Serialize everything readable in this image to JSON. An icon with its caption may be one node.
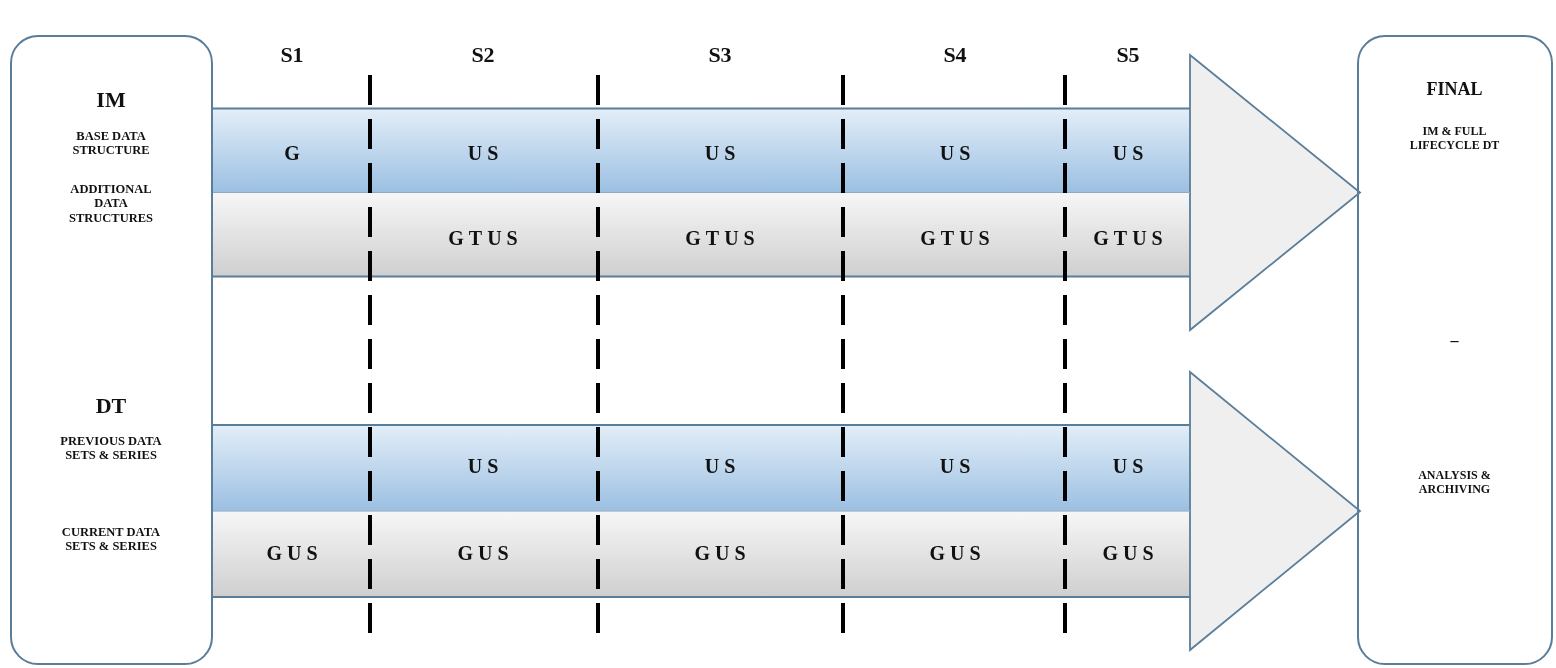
{
  "diagram": {
    "nodes": [
      {
        "text": [
          "IM",
          "BASE DATA STRUCTURE",
          "ADDITIONAL DATA STRUCTURES",
          "DT",
          "PREVIOUS DATA SETS & SERIES",
          "CURRENT DATA SETS & SERIES"
        ]
      },
      {
        "text": [
          "FINAL",
          "IM & FULL LIFECYCLE DT",
          "–",
          "ANALYSIS & ARCHIVING"
        ]
      }
    ],
    "edges": [
      {
        "from": 0,
        "to": 1,
        "arrow": "to"
      },
      {
        "from": 0,
        "to": 1,
        "arrow": "to"
      }
    ],
    "labels": [
      "S1",
      "S2",
      "S3",
      "S4",
      "S5",
      "G",
      "US",
      "US",
      "US",
      "US",
      "GTUS",
      "GTUS",
      "GTUS",
      "GTUS",
      "US",
      "US",
      "US",
      "US",
      "GUS",
      "GUS",
      "GUS",
      "GUS",
      "GUS"
    ]
  }
}
